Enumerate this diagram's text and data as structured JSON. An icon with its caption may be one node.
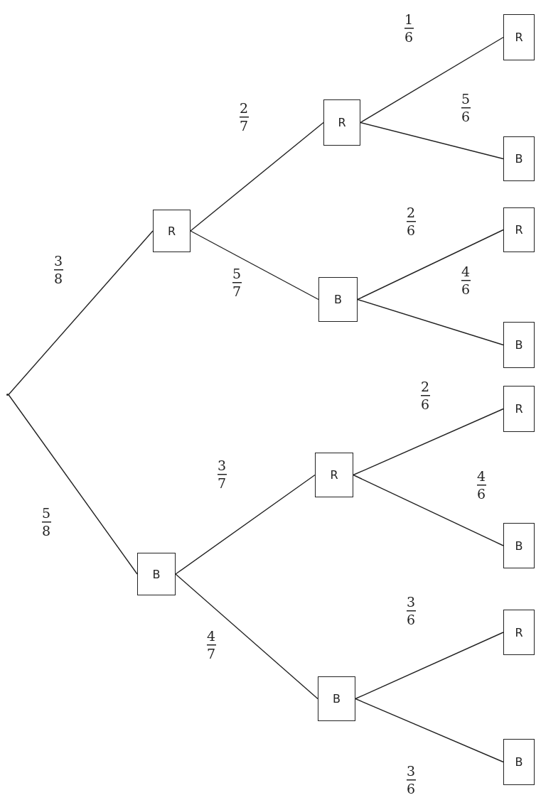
{
  "diagram": {
    "nodes": [
      {
        "text": [],
        "shape": "point"
      },
      {
        "text": [
          "R"
        ]
      },
      {
        "text": [
          "B"
        ]
      },
      {
        "text": [
          "R"
        ]
      },
      {
        "text": [
          "B"
        ]
      },
      {
        "text": [
          "R"
        ]
      },
      {
        "text": [
          "B"
        ]
      },
      {
        "text": [
          "R"
        ]
      },
      {
        "text": [
          "B"
        ]
      },
      {
        "text": [
          "R"
        ]
      },
      {
        "text": [
          "B"
        ]
      },
      {
        "text": [
          "R"
        ]
      },
      {
        "text": [
          "B"
        ]
      },
      {
        "text": [
          "R"
        ]
      },
      {
        "text": [
          "B"
        ]
      }
    ],
    "edges": [
      {
        "from": 0,
        "to": 1,
        "arrow": "none",
        "label": "3 8"
      },
      {
        "from": 0,
        "to": 2,
        "arrow": "none",
        "label": "5 8"
      },
      {
        "from": 1,
        "to": 3,
        "arrow": "none",
        "label": "2 7"
      },
      {
        "from": 1,
        "to": 4,
        "arrow": "none",
        "label": "5 7"
      },
      {
        "from": 2,
        "to": 5,
        "arrow": "none",
        "label": "3 7"
      },
      {
        "from": 2,
        "to": 6,
        "arrow": "none",
        "label": "4 7"
      },
      {
        "from": 3,
        "to": 7,
        "arrow": "none",
        "label": "1 6"
      },
      {
        "from": 3,
        "to": 8,
        "arrow": "none",
        "label": "5 6"
      },
      {
        "from": 4,
        "to": 9,
        "arrow": "none",
        "label": "2 6"
      },
      {
        "from": 4,
        "to": 10,
        "arrow": "none",
        "label": "4 6"
      },
      {
        "from": 5,
        "to": 11,
        "arrow": "none",
        "label": "2 6"
      },
      {
        "from": 5,
        "to": 12,
        "arrow": "none",
        "label": "4 6"
      },
      {
        "from": 6,
        "to": 13,
        "arrow": "none",
        "label": "3 6"
      },
      {
        "from": 6,
        "to": 14,
        "arrow": "none",
        "label": "3 6"
      }
    ]
  }
}
